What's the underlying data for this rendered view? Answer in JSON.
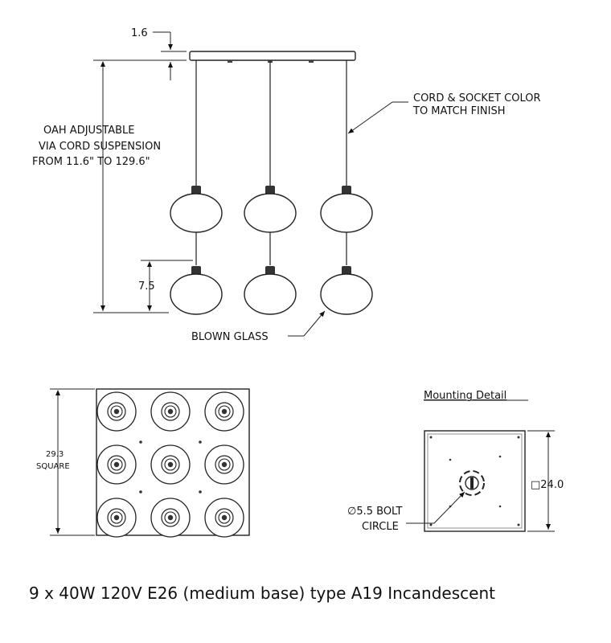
{
  "dimensions": {
    "canopy_height": "1.6",
    "lower_shade_height": "7.5",
    "square_size": "29.3",
    "square_word": "SQUARE",
    "mount_plate_size": "□24.0",
    "bolt_circle_value": "∅5.5 BOLT",
    "bolt_circle_word": "CIRCLE"
  },
  "labels": {
    "oah_line1": "OAH ADJUSTABLE",
    "oah_line2": "VIA CORD SUSPENSION",
    "oah_line3": "FROM 11.6\" TO 129.6\"",
    "cord_line1": "CORD & SOCKET COLOR",
    "cord_line2": "TO MATCH FINISH",
    "glass": "BLOWN GLASS",
    "mounting_title": "Mounting Detail"
  },
  "caption": "9 x 40W 120V E26 (medium base) type A19 Incandescent"
}
